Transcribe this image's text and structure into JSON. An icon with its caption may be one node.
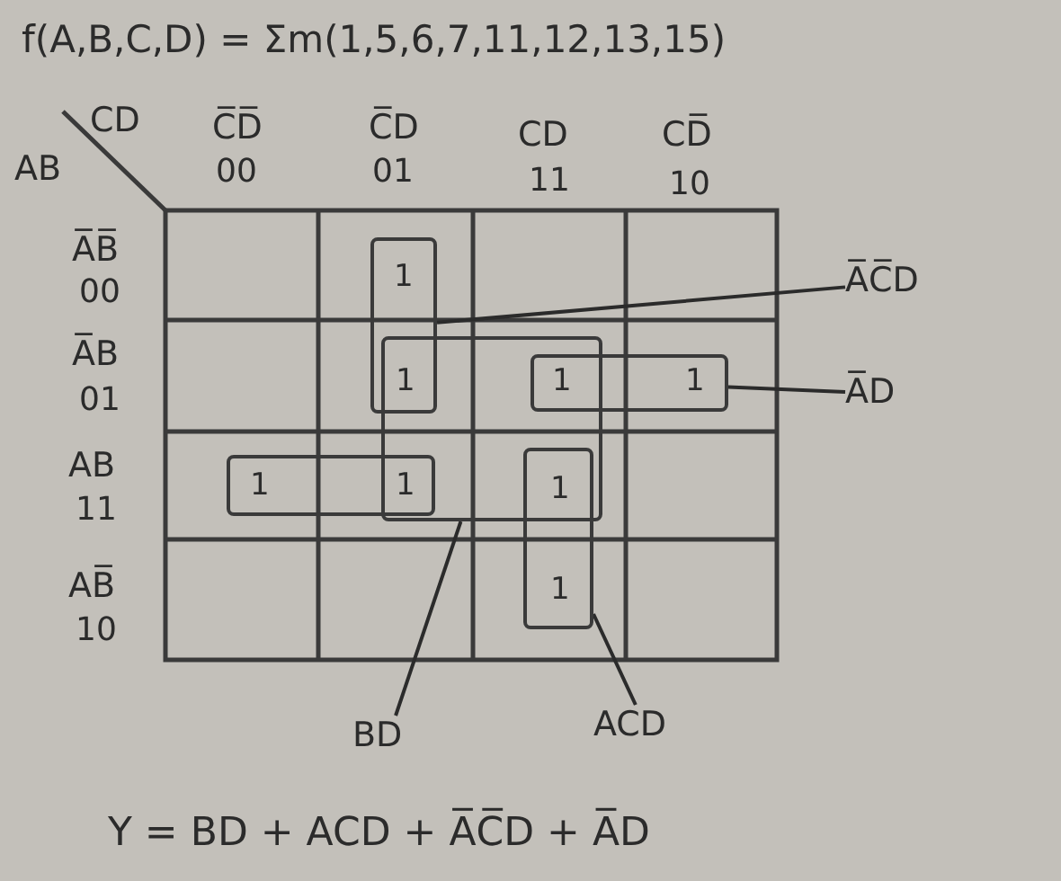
{
  "diagram": {
    "title": "f(A,B,C,D) = Σm(1,5,6,7,11,12,13,15)",
    "nodes": [
      {
        "text": [
          "A̅C̅D"
        ]
      },
      {
        "text": [],
        "shape": "box"
      },
      {
        "text": [
          "A̅D"
        ]
      },
      {
        "text": [],
        "shape": "box"
      },
      {
        "text": [],
        "shape": "box"
      },
      {
        "text": [],
        "shape": "box"
      },
      {
        "text": [],
        "shape": "box"
      },
      {
        "text": [
          "BD"
        ]
      },
      {
        "text": [
          "ACD"
        ]
      }
    ],
    "edges": [
      {
        "from": 0,
        "to": 1,
        "arrow": "none"
      },
      {
        "from": 2,
        "to": 3,
        "arrow": "none"
      },
      {
        "from": 7,
        "to": 4,
        "arrow": "none"
      },
      {
        "from": 8,
        "to": 6,
        "arrow": "none"
      }
    ],
    "labels": [
      "CD",
      "AB",
      "C̅D̅",
      "00",
      "C̅D",
      "01",
      "CD",
      "11",
      "CD̅",
      "10",
      "A̅B̅",
      "00",
      "1",
      "A̅B",
      "01",
      "1",
      "1",
      "1",
      "AB",
      "11",
      "1",
      "1",
      "1",
      "AB̅",
      "10",
      "1",
      "Y = BD + ACD + A̅C̅D + A̅D"
    ]
  }
}
